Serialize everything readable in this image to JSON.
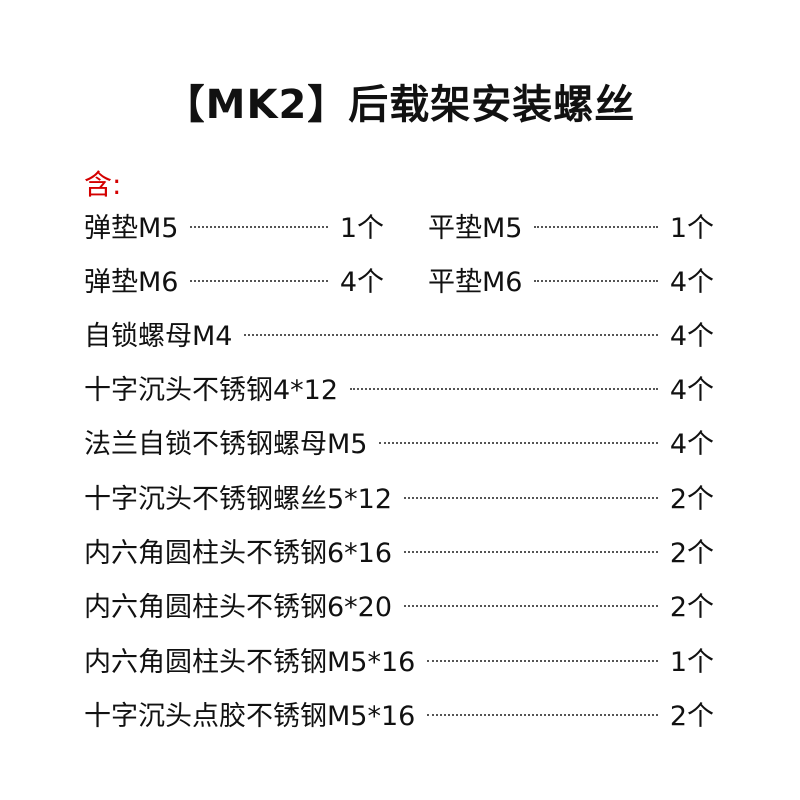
{
  "title": "【MK2】后载架安装螺丝",
  "contains_label": "含:",
  "colors": {
    "accent_red": "#d40000",
    "text": "#111111"
  },
  "items_paired": [
    {
      "left": {
        "name": "弹垫M5",
        "qty": "1个"
      },
      "right": {
        "name": "平垫M5",
        "qty": "1个"
      }
    },
    {
      "left": {
        "name": "弹垫M6",
        "qty": "4个"
      },
      "right": {
        "name": "平垫M6",
        "qty": "4个"
      }
    }
  ],
  "items": [
    {
      "name": "自锁螺母M4",
      "qty": "4个"
    },
    {
      "name": "十字沉头不锈钢4*12",
      "qty": "4个"
    },
    {
      "name": "法兰自锁不锈钢螺母M5",
      "qty": "4个"
    },
    {
      "name": "十字沉头不锈钢螺丝5*12",
      "qty": "2个"
    },
    {
      "name": "内六角圆柱头不锈钢6*16",
      "qty": "2个"
    },
    {
      "name": "内六角圆柱头不锈钢6*20",
      "qty": "2个"
    },
    {
      "name": "内六角圆柱头不锈钢M5*16",
      "qty": "1个"
    },
    {
      "name": "十字沉头点胶不锈钢M5*16",
      "qty": "2个"
    }
  ]
}
